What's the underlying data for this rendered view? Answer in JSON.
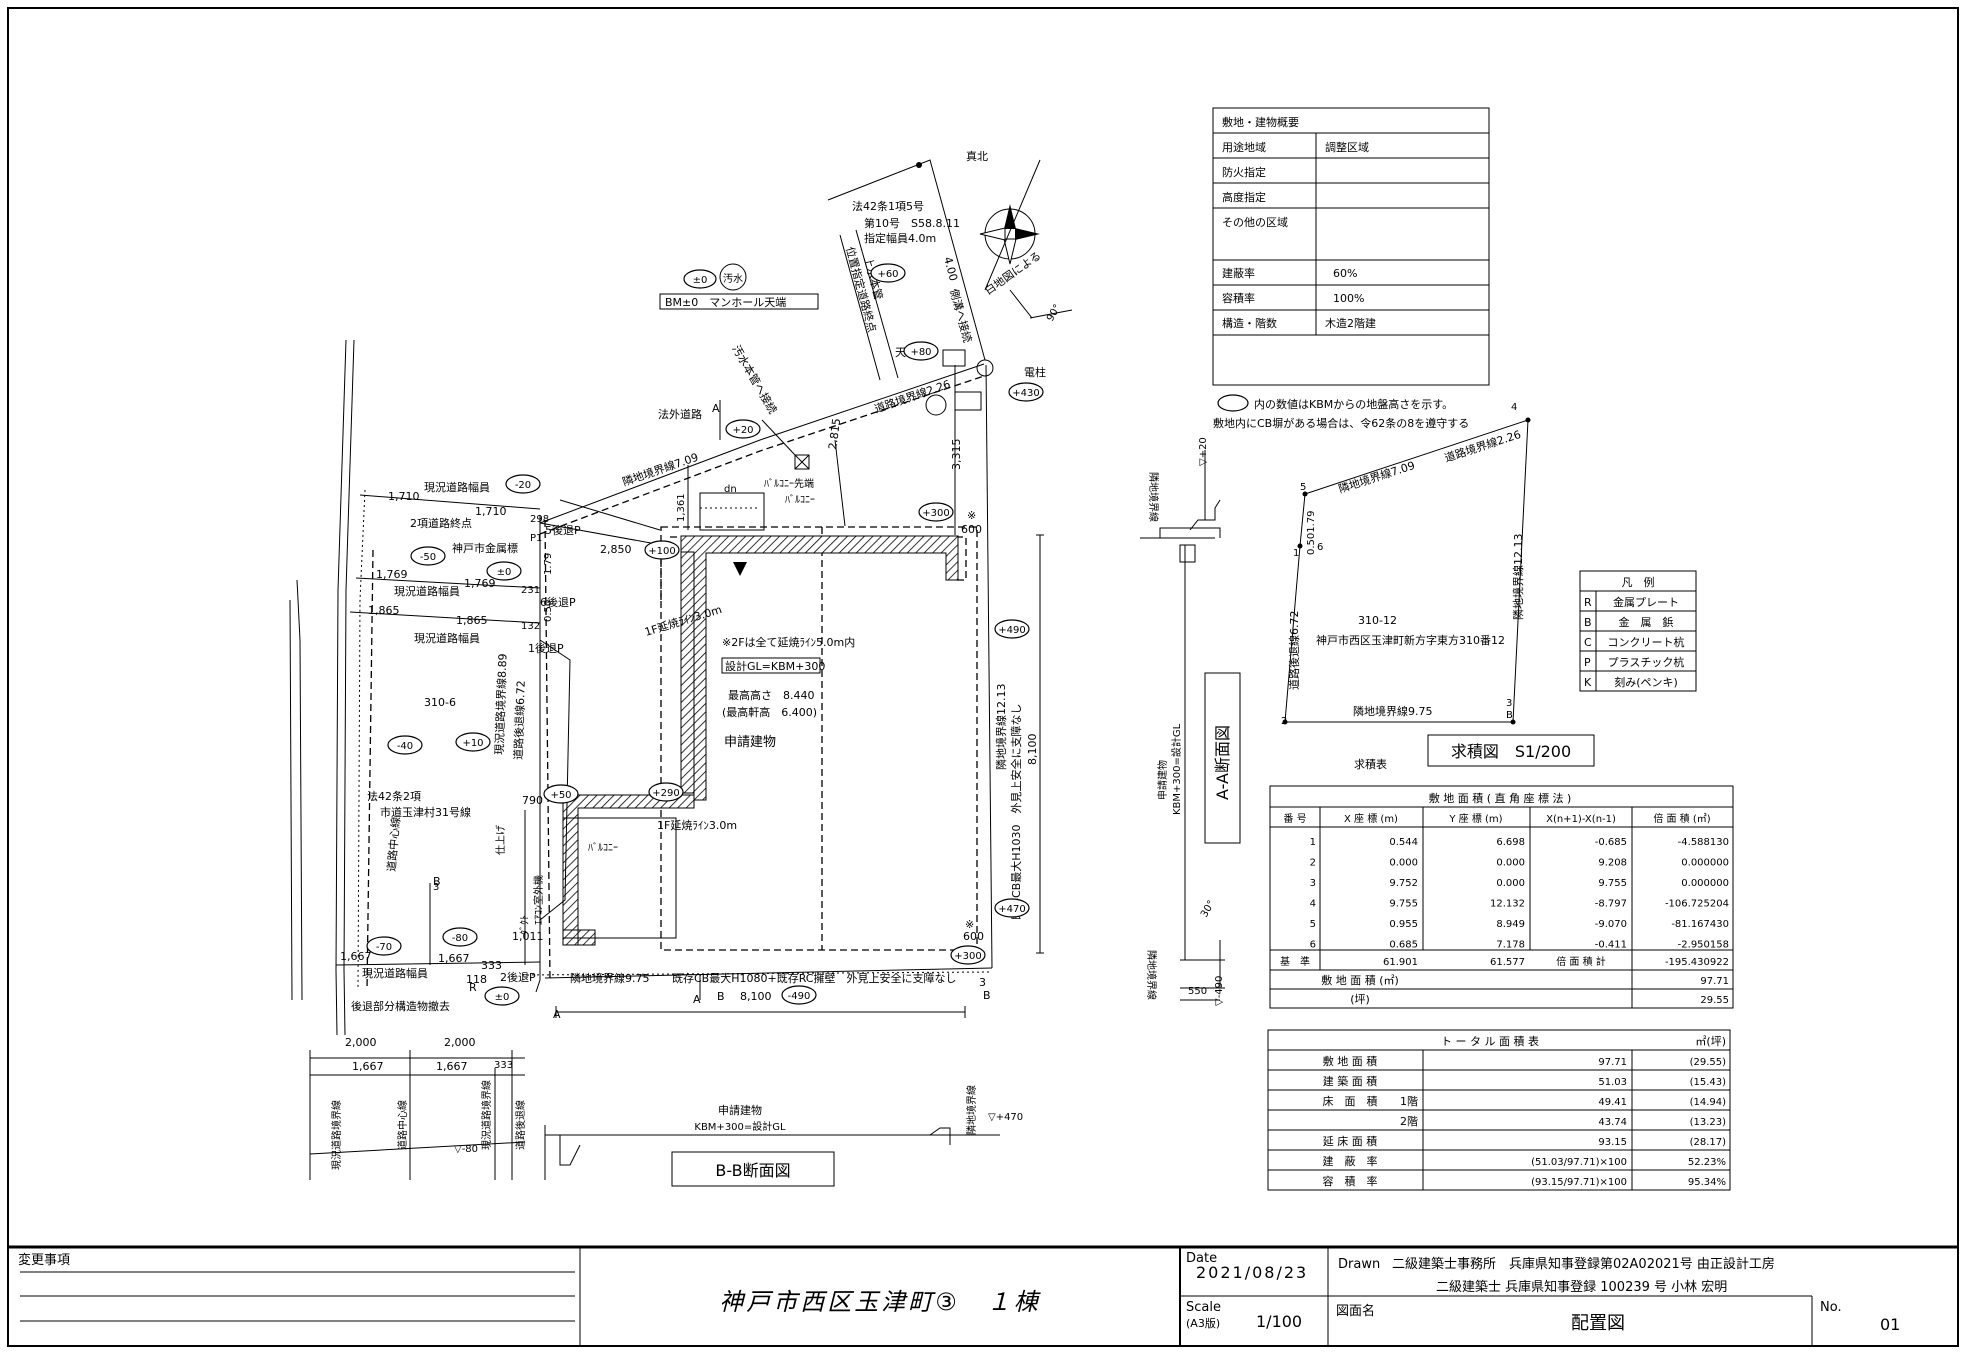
{
  "title_block": {
    "change_label": "変更事項",
    "project_title": "神戸市西区玉津町③　１棟",
    "date_label": "Date",
    "date": "2021/08/23",
    "drawn_label": "Drawn",
    "office": "二級建築士事務所　兵庫県知事登録第02A02021号  由正設計工房",
    "architect": "二級建築士  兵庫県知事登録 100239 号  小林  宏明",
    "scale_label": "Scale",
    "scale_sub": "(A3版)",
    "scale": "1/100",
    "drawing_name_label": "図面名",
    "drawing_name": "配置図",
    "no_label": "No.",
    "no": "01"
  },
  "overview": {
    "header": "敷地・建物概要",
    "rows": [
      {
        "label": "用途地域",
        "value": "調整区域"
      },
      {
        "label": "防火指定",
        "value": ""
      },
      {
        "label": "高度指定",
        "value": ""
      },
      {
        "label": "その他の区域",
        "value": ""
      },
      {
        "label": "建蔽率",
        "value": "60%"
      },
      {
        "label": "容積率",
        "value": "100%"
      },
      {
        "label": "構造・階数",
        "value": "木造2階建"
      }
    ]
  },
  "notes": {
    "kbm_note": "内の数値はKBMからの地盤高さを示す。",
    "cb_note": "敷地内にCB塀がある場合は、令62条の8を遵守する"
  },
  "legend": {
    "title": "凡　例",
    "rows": [
      {
        "key": "R",
        "label": "金属プレート"
      },
      {
        "key": "B",
        "label": "金　属　鋲"
      },
      {
        "key": "C",
        "label": "コンクリート杭"
      },
      {
        "key": "P",
        "label": "プラスチック杭"
      },
      {
        "key": "K",
        "label": "刻み(ペンキ)"
      }
    ]
  },
  "area_diagram": {
    "title": "求積図　S1/200",
    "lot": "310-12",
    "address": "神戸市西区玉津町新方字東方310番12",
    "edges": [
      "隣地境界線7.09",
      "道路境界線2.26",
      "隣地境界線12.13",
      "隣地境界線9.75",
      "道路後退線6.72",
      "0.501.79"
    ],
    "points": [
      "1",
      "2",
      "3",
      "4",
      "5",
      "6"
    ],
    "pt_labels": [
      "B",
      "B"
    ]
  },
  "calc_table": {
    "caption": "求積表",
    "title": "敷 地 面 積 ( 直 角 座 標 法 )",
    "headers": [
      "番 号",
      "X 座 標 (m)",
      "Y 座 標 (m)",
      "X(n+1)-X(n-1)",
      "倍 面 積 (㎡)"
    ],
    "rows": [
      [
        "1",
        "0.544",
        "6.698",
        "-0.685",
        "-4.588130"
      ],
      [
        "2",
        "0.000",
        "0.000",
        "9.208",
        "0.000000"
      ],
      [
        "3",
        "9.752",
        "0.000",
        "9.755",
        "0.000000"
      ],
      [
        "4",
        "9.755",
        "12.132",
        "-8.797",
        "-106.725204"
      ],
      [
        "5",
        "0.955",
        "8.949",
        "-9.070",
        "-81.167430"
      ],
      [
        "6",
        "0.685",
        "7.178",
        "-0.411",
        "-2.950158"
      ]
    ],
    "base_row": [
      "基　準",
      "61.901",
      "61.577",
      "倍 面 積 計",
      "-195.430922"
    ],
    "area_m2_label": "敷 地 面 積 (㎡)",
    "area_m2": "97.71",
    "area_tsubo_label": "(坪)",
    "area_tsubo": "29.55"
  },
  "total_table": {
    "title": "ト ー タ ル 面 積 表",
    "unit": "㎡(坪)",
    "rows": [
      [
        "敷 地 面 積",
        "",
        "97.71",
        "(29.55)"
      ],
      [
        "建 築 面 積",
        "",
        "51.03",
        "(15.43)"
      ],
      [
        "床　面　積",
        "1階",
        "49.41",
        "(14.94)"
      ],
      [
        "",
        "2階",
        "43.74",
        "(13.23)"
      ],
      [
        "延 床 面 積",
        "",
        "93.15",
        "(28.17)"
      ],
      [
        "建　蔽　率",
        "",
        "(51.03/97.71)×100",
        "52.23%"
      ],
      [
        "容　積　率",
        "",
        "(93.15/97.71)×100",
        "95.34%"
      ]
    ]
  },
  "site_plan": {
    "north": "真北",
    "north_note": "白地図による",
    "angle": "90°",
    "bm_value": "±0",
    "bm_label": "汚水",
    "bm_text": "BM±0　マンホール天端",
    "law_road": [
      "法42条1項5号",
      "第10号　S58.8.11",
      "指定幅員4.0m"
    ],
    "oblique_labels": [
      "位置指定道路終点",
      "上水本管",
      "4.00",
      "側溝へ接続",
      "汚水本管へ接続",
      "2.815",
      "道路境界線2.26",
      "隣地境界線7.09",
      "法外道路"
    ],
    "pole": "電柱",
    "building": "申請建物",
    "max_height": "最高高さ　8.440",
    "max_eave": "(最高軒高　6.400)",
    "design_gl": "設計GL=KBM+300",
    "note_2f": "※2Fは全て延焼ﾗｲﾝ5.0m内",
    "fire_1f": "1F延焼ﾗｲﾝ3.0m",
    "balcony": "ﾊﾞﾙｺﾆｰ",
    "balcony_top": "ﾊﾞﾙｺﾆｰ先端",
    "road_labels": [
      "現況道路幅員",
      "現況道路幅員",
      "現況道路幅員",
      "現況道路幅員",
      "2項道路終点",
      "神戸市金属標",
      "道路中心線",
      "現況道路境界線8.89",
      "道路後退線6.72",
      "後退部分構造物撤去",
      "隣地境界線9.75",
      "既存CB最大H1080+既存RC擁壁　外見上安全に支障なし",
      "隣地境界線12.13",
      "既存CB最大H1030　外見上安全に支障なし",
      "仕上げ",
      "ﾀﾞｸﾄ",
      "ｴｱｺﾝ室外機"
    ],
    "road_note": [
      "法42条2項",
      "市道玉津村31号線"
    ],
    "lot": "310-6",
    "setbacks": [
      "5後退P",
      "6後退P",
      "1後退P",
      "2後退P",
      "P1"
    ],
    "dims": [
      "1,710",
      "1,710",
      "1,769",
      "1,769",
      "1,865",
      "1,865",
      "1,667",
      "1,667",
      "2,850",
      "3,315",
      "8,100",
      "8,100",
      "1,361",
      "790",
      "1,011",
      "600",
      "600",
      "333",
      "118",
      "231",
      "132",
      "298",
      "1.79",
      "0.50",
      "550",
      "dn"
    ],
    "heights": [
      "-20",
      "-50",
      "±0",
      "-40",
      "+10",
      "-70",
      "-80",
      "±0",
      "+20",
      "+60",
      "+80",
      "+430",
      "+300",
      "+100",
      "+490",
      "+50",
      "+290",
      "+470",
      "+300",
      "-490"
    ],
    "marks": [
      "A",
      "A",
      "A",
      "B",
      "B",
      "B",
      "3",
      "天",
      "※",
      "※",
      "R",
      "3"
    ]
  },
  "section_aa": {
    "title": "A-A断面図",
    "labels": [
      "隣地境界線",
      "隣地境界線",
      "申請建物",
      "KBM+300=設計GL",
      "▽+20",
      "▽-490",
      "550",
      "30°"
    ]
  },
  "section_bb": {
    "title": "B-B断面図",
    "dims": [
      "2,000",
      "2,000",
      "1,667",
      "1,667",
      "333"
    ],
    "labels": [
      "現況道路境界線",
      "道路中心線",
      "現況道路境界線",
      "道路後退線",
      "申請建物",
      "KBM+300=設計GL",
      "隣地境界線",
      "▽+470",
      "▽-80"
    ]
  }
}
